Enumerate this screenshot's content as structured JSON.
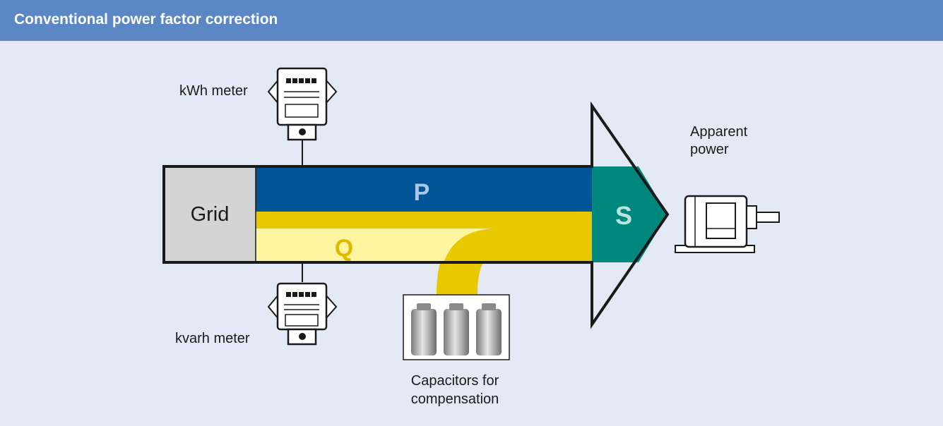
{
  "header": {
    "title": "Conventional power factor correction"
  },
  "labels": {
    "grid": "Grid",
    "p": "P",
    "q": "Q",
    "s": "S",
    "kwh_meter": "kWh meter",
    "kvarh_meter": "kvarh meter",
    "apparent_line1": "Apparent",
    "apparent_line2": "power",
    "capacitors_line1": "Capacitors for",
    "capacitors_line2": "compensation"
  },
  "colors": {
    "header": "#5b87c5",
    "background": "#e4e9f6",
    "grid_box": "#d4d4d4",
    "p_band": "#005596",
    "p_letter": "#a8c8ec",
    "q_band": "#e8c800",
    "q_light": "#fff5a0",
    "q_letter": "#e0b800",
    "s_band": "#00877e",
    "s_letter": "#b8e6dc"
  },
  "icons": [
    "kwh-meter-icon",
    "kvarh-meter-icon",
    "capacitor-icon",
    "motor-icon"
  ]
}
